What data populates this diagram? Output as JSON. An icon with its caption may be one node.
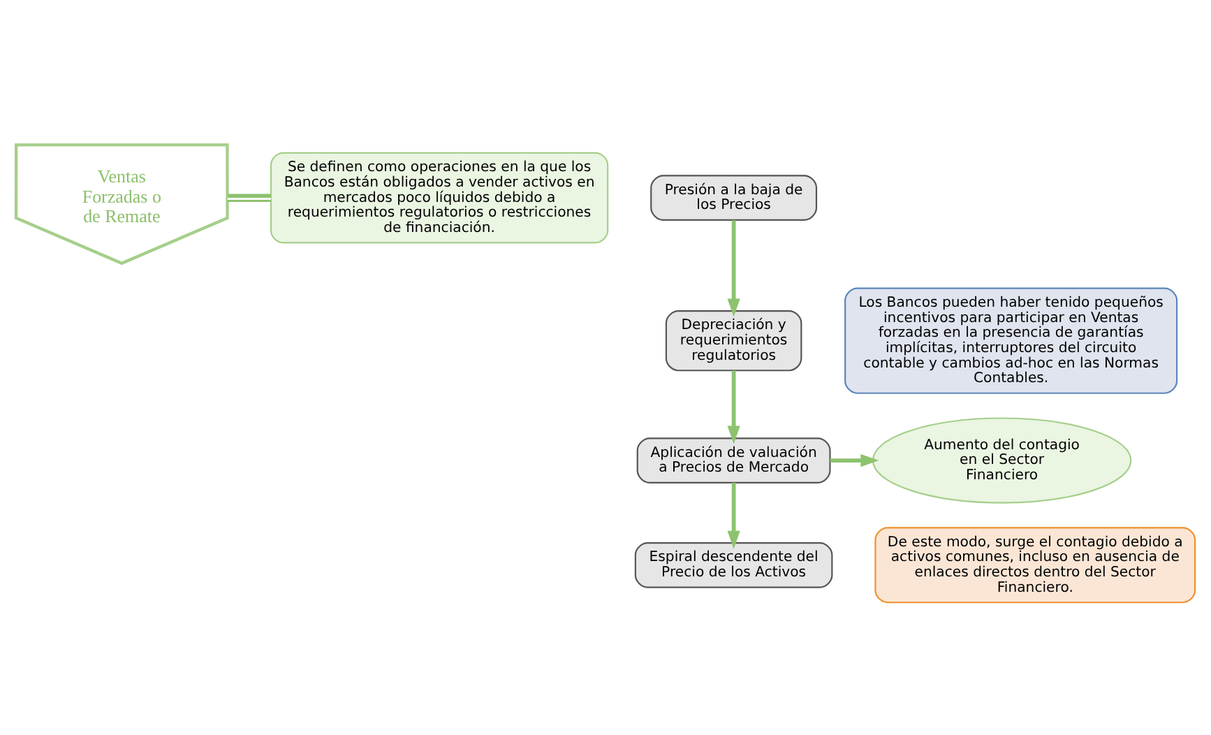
{
  "diagram": {
    "nodes": [
      {
        "text": [
          "Ventas Forzadas o de Remate"
        ]
      },
      {
        "text": [
          "Se definen como operaciones en la que los Bancos están obligados a vender activos en mercados poco líquidos debido a requerimientos regulatorios o restricciones de financiación."
        ]
      },
      {
        "text": [
          "Presión a la baja de los Precios"
        ]
      },
      {
        "text": [
          "Depreciación y requerimientos regulatorios"
        ]
      },
      {
        "text": [
          "Aplicación de valuación a Precios de Mercado"
        ]
      },
      {
        "text": [
          "Aumento del contagio en el Sector Financiero"
        ]
      },
      {
        "text": [
          "Espiral descendente del Precio de los Activos"
        ]
      },
      {
        "text": [
          "Los Bancos pueden haber tenido pequeños incentivos para participar en Ventas forzadas en la presencia de garantías implícitas, interruptores del circuito contable y cambios ad-hoc en las Normas Contables."
        ]
      },
      {
        "text": [
          "De este modo, surge el contagio debido a activos comunes, incluso en ausencia de enlaces directos dentro del Sector Financiero."
        ]
      }
    ],
    "edges": [
      {
        "from": 0,
        "to": 1,
        "arrow": "none"
      },
      {
        "from": 2,
        "to": 3,
        "arrow": "to"
      },
      {
        "from": 3,
        "to": 4,
        "arrow": "to"
      },
      {
        "from": 4,
        "to": 5,
        "arrow": "to"
      },
      {
        "from": 4,
        "to": 6,
        "arrow": "to"
      }
    ]
  }
}
